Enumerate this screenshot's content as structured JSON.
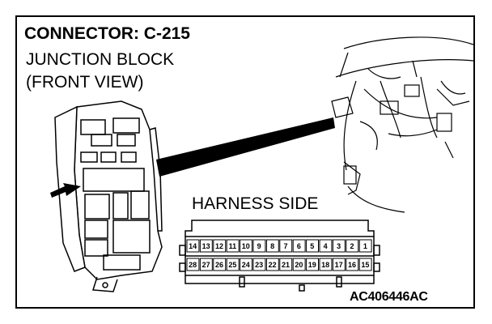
{
  "title": "CONNECTOR: C-215",
  "subtitle_line1": "JUNCTION BLOCK",
  "subtitle_line2": "(FRONT VIEW)",
  "harness_label": "HARNESS SIDE",
  "figure_code": "AC406446AC",
  "connector_pins": {
    "top_row": [
      "14",
      "13",
      "12",
      "11",
      "10",
      "9",
      "8",
      "7",
      "6",
      "5",
      "4",
      "3",
      "2",
      "1"
    ],
    "bottom_row": [
      "28",
      "27",
      "26",
      "25",
      "24",
      "23",
      "22",
      "21",
      "20",
      "19",
      "18",
      "17",
      "16",
      "15"
    ]
  }
}
